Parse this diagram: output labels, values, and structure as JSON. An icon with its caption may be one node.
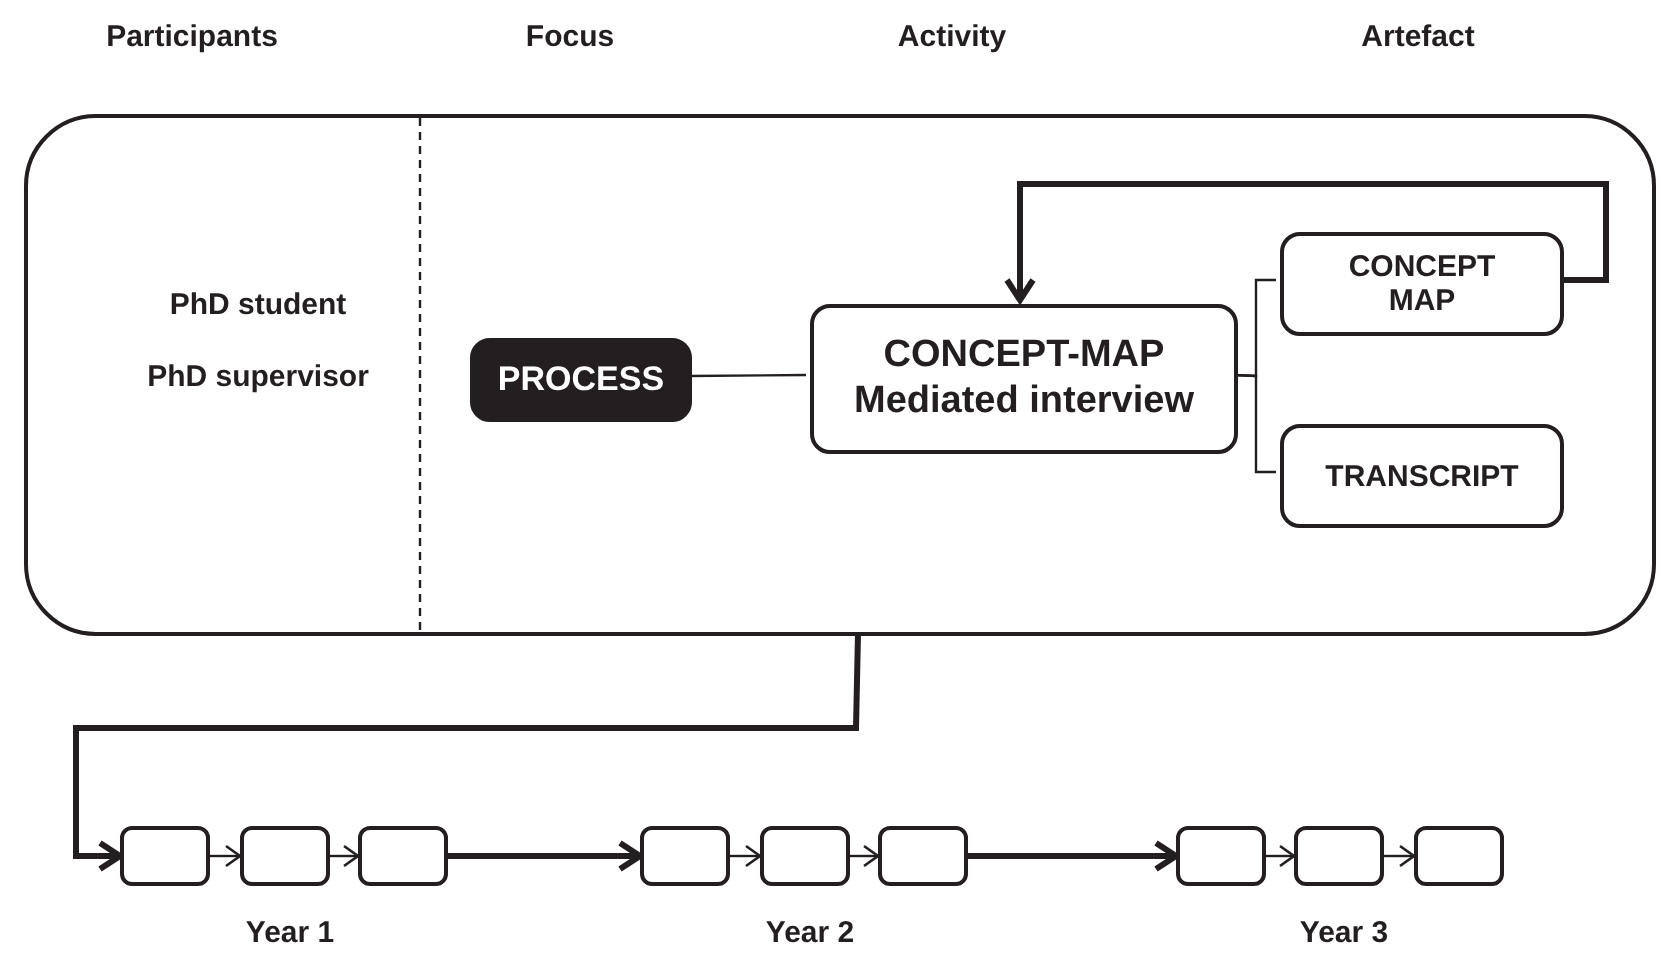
{
  "diagram": {
    "nodes": [
      {
        "text": [
          "PhD student",
          "PhD supervisor"
        ]
      },
      {
        "text": [
          "PROCESS"
        ],
        "in": 0
      },
      {
        "text": [
          "CONCEPT-MAP Mediated interview"
        ],
        "in": 0
      },
      {
        "text": [
          "CONCEPT MAP"
        ],
        "in": 0
      },
      {
        "text": [
          "TRANSCRIPT"
        ],
        "in": 0
      },
      {
        "text": [],
        "shape": "box"
      },
      {
        "text": [],
        "shape": "box"
      },
      {
        "text": [],
        "shape": "box"
      },
      {
        "text": [],
        "shape": "box"
      },
      {
        "text": [],
        "shape": "box"
      },
      {
        "text": [],
        "shape": "box"
      },
      {
        "text": [],
        "shape": "box"
      },
      {
        "text": [],
        "shape": "box"
      },
      {
        "text": [],
        "shape": "box"
      }
    ],
    "edges": [
      {
        "from": 1,
        "to": 2,
        "arrow": "none"
      },
      {
        "from": 2,
        "to": 3,
        "arrow": "none"
      },
      {
        "from": 2,
        "to": 4,
        "arrow": "none"
      },
      {
        "from": 3,
        "to": 2,
        "arrow": "to",
        "style": "thick"
      },
      {
        "from": 0,
        "to": 5,
        "arrow": "to",
        "style": "thick"
      },
      {
        "from": 5,
        "to": 6,
        "arrow": "to"
      },
      {
        "from": 6,
        "to": 7,
        "arrow": "to"
      },
      {
        "from": 7,
        "to": 8,
        "arrow": "to",
        "style": "thick"
      },
      {
        "from": 8,
        "to": 9,
        "arrow": "to"
      },
      {
        "from": 9,
        "to": 10,
        "arrow": "to"
      },
      {
        "from": 10,
        "to": 11,
        "arrow": "to",
        "style": "thick"
      },
      {
        "from": 11,
        "to": 12,
        "arrow": "to"
      },
      {
        "from": 12,
        "to": 13,
        "arrow": "to"
      }
    ],
    "labels": [
      "Participants",
      "Focus",
      "Activity",
      "Artefact",
      "Year 1",
      "Year 2",
      "Year 3"
    ]
  }
}
